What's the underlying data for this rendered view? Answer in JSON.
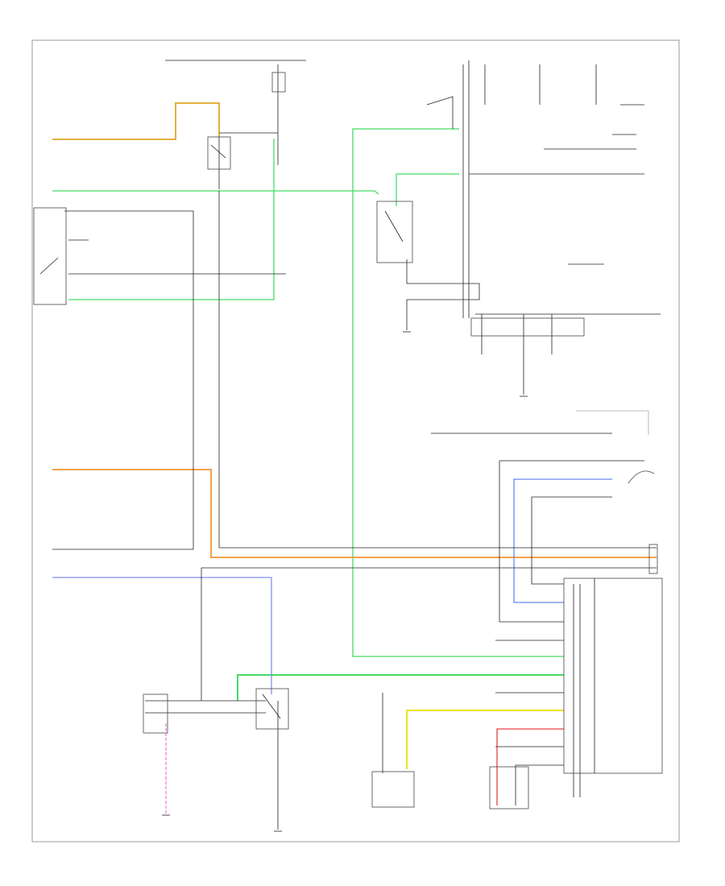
{
  "colors": {
    "tan": "#e0b040",
    "green": "#44dd66",
    "orange": "#f5a04a",
    "blue": "#8090ee",
    "light_blue": "#6688ee",
    "yellow": "#f0e020",
    "red": "#ee4040",
    "pink": "#f080e0",
    "line": "#222222",
    "frame": "#999999"
  },
  "components": [
    {
      "id": "fuse-box-top",
      "kind": "fuse"
    },
    {
      "id": "relay-top-center",
      "kind": "relay"
    },
    {
      "id": "relay-top-right",
      "kind": "relay"
    },
    {
      "id": "switch-left",
      "kind": "switch"
    },
    {
      "id": "body-control-module",
      "kind": "module"
    },
    {
      "id": "position-sensor",
      "kind": "sensor"
    },
    {
      "id": "relay-bottom-center",
      "kind": "relay"
    },
    {
      "id": "bottom-left-connector",
      "kind": "connector"
    },
    {
      "id": "bottom-center-module",
      "kind": "module"
    },
    {
      "id": "bottom-right-module",
      "kind": "module"
    }
  ]
}
